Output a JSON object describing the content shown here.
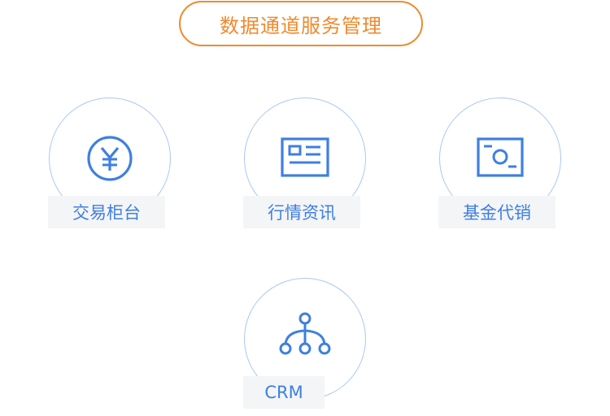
{
  "header": {
    "title": "数据通道服务管理"
  },
  "services": [
    {
      "label": "交易柜台",
      "icon": "yen-circle-icon"
    },
    {
      "label": "行情资讯",
      "icon": "news-card-icon"
    },
    {
      "label": "基金代销",
      "icon": "fund-card-icon"
    },
    {
      "label": "CRM",
      "icon": "network-tree-icon"
    }
  ],
  "colors": {
    "accent": "#f08a2c",
    "icon": "#3f7fe0",
    "ring": "#a9c8f5",
    "label_bg": "#f4f5f7"
  }
}
